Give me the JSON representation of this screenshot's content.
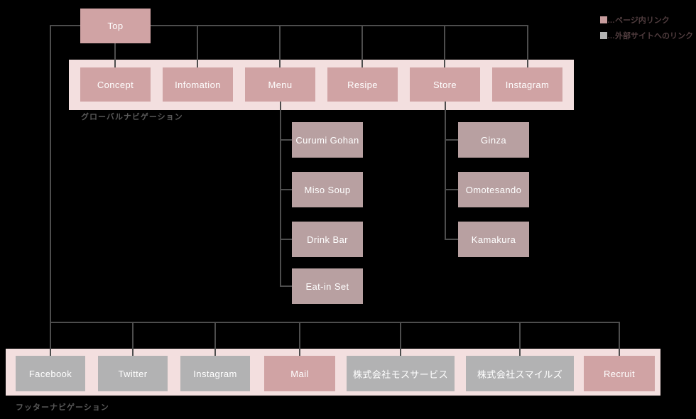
{
  "colors": {
    "internal_link_node": "#d0a3a4",
    "internal_sub_node": "#b8a0a1",
    "external_link_node": "#b2b2b3",
    "nav_band": "#f3dfdf",
    "connector_line": "#4d4d4d",
    "node_text": "#ffffff",
    "caption_text": "#595959",
    "legend_text": "#523e40"
  },
  "legend": {
    "internal": {
      "label": "…ページ内リンク",
      "swatch_color": "#c79c9d"
    },
    "external": {
      "label": "…外部サイトへのリンク",
      "swatch_color": "#b3b3b3"
    }
  },
  "top_node": {
    "label": "Top",
    "type": "internal"
  },
  "global_nav": {
    "caption": "グローバルナビゲーション",
    "items": [
      {
        "label": "Concept",
        "type": "internal"
      },
      {
        "label": "Infomation",
        "type": "internal"
      },
      {
        "label": "Menu",
        "type": "internal"
      },
      {
        "label": "Resipe",
        "type": "internal"
      },
      {
        "label": "Store",
        "type": "internal"
      },
      {
        "label": "Instagram",
        "type": "internal"
      }
    ]
  },
  "menu_children": [
    {
      "label": "Curumi Gohan",
      "type": "internal"
    },
    {
      "label": "Miso Soup",
      "type": "internal"
    },
    {
      "label": "Drink Bar",
      "type": "internal"
    },
    {
      "label": "Eat-in Set",
      "type": "internal"
    }
  ],
  "store_children": [
    {
      "label": "Ginza",
      "type": "internal"
    },
    {
      "label": "Omotesando",
      "type": "internal"
    },
    {
      "label": "Kamakura",
      "type": "internal"
    }
  ],
  "footer_nav": {
    "caption": "フッターナビゲーション",
    "items": [
      {
        "label": "Facebook",
        "type": "external"
      },
      {
        "label": "Twitter",
        "type": "external"
      },
      {
        "label": "Instagram",
        "type": "external"
      },
      {
        "label": "Mail",
        "type": "internal"
      },
      {
        "label": "株式会社モスサービス",
        "type": "external"
      },
      {
        "label": "株式会社スマイルズ",
        "type": "external"
      },
      {
        "label": "Recruit",
        "type": "internal"
      }
    ]
  }
}
